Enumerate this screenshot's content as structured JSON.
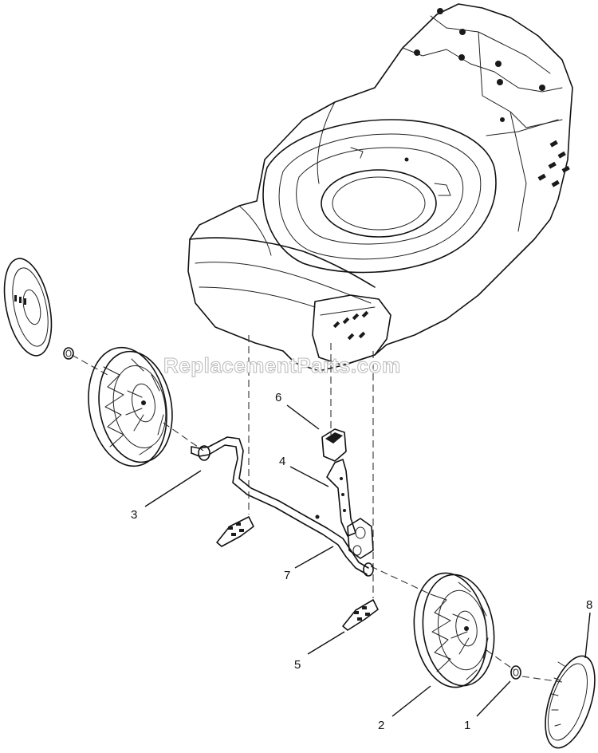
{
  "watermark": "ReplacementParts.com",
  "callouts": [
    {
      "id": "1",
      "label": "1"
    },
    {
      "id": "2",
      "label": "2"
    },
    {
      "id": "3",
      "label": "3"
    },
    {
      "id": "4",
      "label": "4"
    },
    {
      "id": "5",
      "label": "5"
    },
    {
      "id": "6",
      "label": "6"
    },
    {
      "id": "7",
      "label": "7"
    },
    {
      "id": "8",
      "label": "8"
    }
  ],
  "parts": [
    "mower-deck",
    "left-hub-cap",
    "left-wheel",
    "front-axle",
    "height-adjust-bracket",
    "spring-clip",
    "adjuster-knob",
    "pivot-bolt",
    "right-wheel",
    "nut",
    "right-hub-cap"
  ]
}
